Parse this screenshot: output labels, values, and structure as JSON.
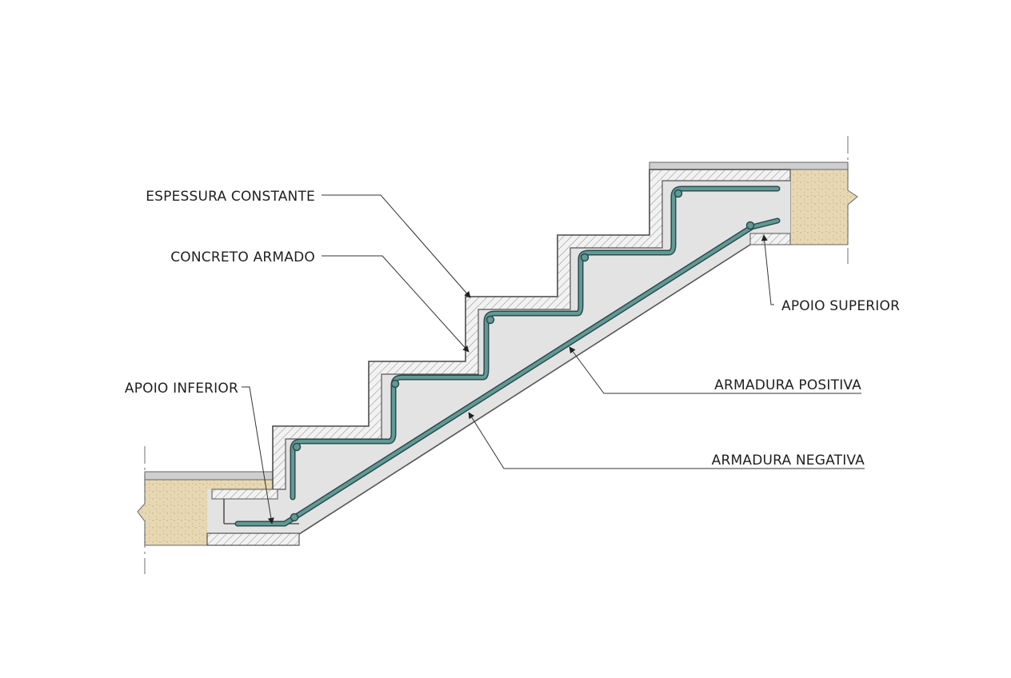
{
  "labels": {
    "espessura_constante": "ESPESSURA CONSTANTE",
    "concreto_armado": "CONCRETO ARMADO",
    "apoio_inferior": "APOIO INFERIOR",
    "apoio_superior": "APOIO SUPERIOR",
    "armadura_positiva": "ARMADURA POSITIVA",
    "armadura_negativa": "ARMADURA NEGATIVA"
  },
  "colors": {
    "concrete_fill": "#e3e3e3",
    "hatch": "#9a9a9a",
    "soil": "#e7d8b3",
    "finish_plate": "#cfcfcf",
    "rebar_core": "#5f9a96",
    "rebar_edge": "#2e4a4a"
  }
}
